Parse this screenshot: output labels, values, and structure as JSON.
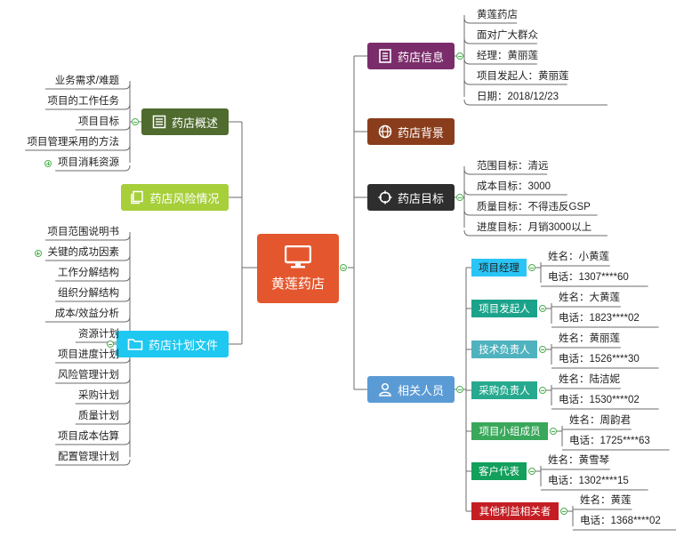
{
  "center": {
    "label": "黄莲药店",
    "color": "#e4572e"
  },
  "branches": {
    "info": {
      "label": "药店信息",
      "color": "#7b2d6b",
      "items": [
        "黄莲药店",
        "面对广大群众",
        "经理：黄丽莲",
        "项目发起人：黄丽莲",
        "日期：2018/12/23"
      ]
    },
    "background": {
      "label": "药店背景",
      "color": "#8a3d1c"
    },
    "goal": {
      "label": "药店目标",
      "color": "#2e2e2e",
      "items": [
        "范围目标：清远",
        "成本目标：3000",
        "质量目标：不得违反GSP",
        "进度目标：月销3000以上"
      ]
    },
    "people": {
      "label": "相关人员",
      "color": "#5b9bd5",
      "roles": [
        {
          "label": "项目经理",
          "color": "#29c5f6",
          "text": "#222222",
          "name": "姓名：小黄莲",
          "phone": "电话：1307****60"
        },
        {
          "label": "项目发起人",
          "color": "#1aa38a",
          "text": "#ffffff",
          "name": "姓名：大黄莲",
          "phone": "电话：1823****02"
        },
        {
          "label": "技术负责人",
          "color": "#4fb3bf",
          "text": "#ffffff",
          "name": "姓名：黄丽莲",
          "phone": "电话：1526****30"
        },
        {
          "label": "采购负责人",
          "color": "#26a98f",
          "text": "#ffffff",
          "name": "姓名：陆洁妮",
          "phone": "电话：1530****02"
        },
        {
          "label": "项目小组成员",
          "color": "#39a85b",
          "text": "#ffffff",
          "name": "姓名：周韵君",
          "phone": "电话：1725****63"
        },
        {
          "label": "客户代表",
          "color": "#12a05c",
          "text": "#ffffff",
          "name": "姓名：黄雪琴",
          "phone": "电话：1302****15"
        },
        {
          "label": "其他利益相关者",
          "color": "#c41e24",
          "text": "#ffffff",
          "name": "姓名：黄莲",
          "phone": "电话：1368****02"
        }
      ]
    },
    "overview": {
      "label": "药店概述",
      "color": "#4f6b2e",
      "items": [
        "业务需求/难题",
        "项目的工作任务",
        "项目目标",
        "项目管理采用的方法",
        "项目消耗资源"
      ]
    },
    "risk": {
      "label": "药店风险情况",
      "color": "#a6cf3a"
    },
    "plan": {
      "label": "药店计划文件",
      "color": "#1ec8f0",
      "items": [
        "项目范围说明书",
        "关键的成功因素",
        "工作分解结构",
        "组织分解结构",
        "成本/效益分析",
        "资源计划",
        "项目进度计划",
        "风险管理计划",
        "采购计划",
        "质量计划",
        "项目成本估算",
        "配置管理计划"
      ]
    }
  }
}
